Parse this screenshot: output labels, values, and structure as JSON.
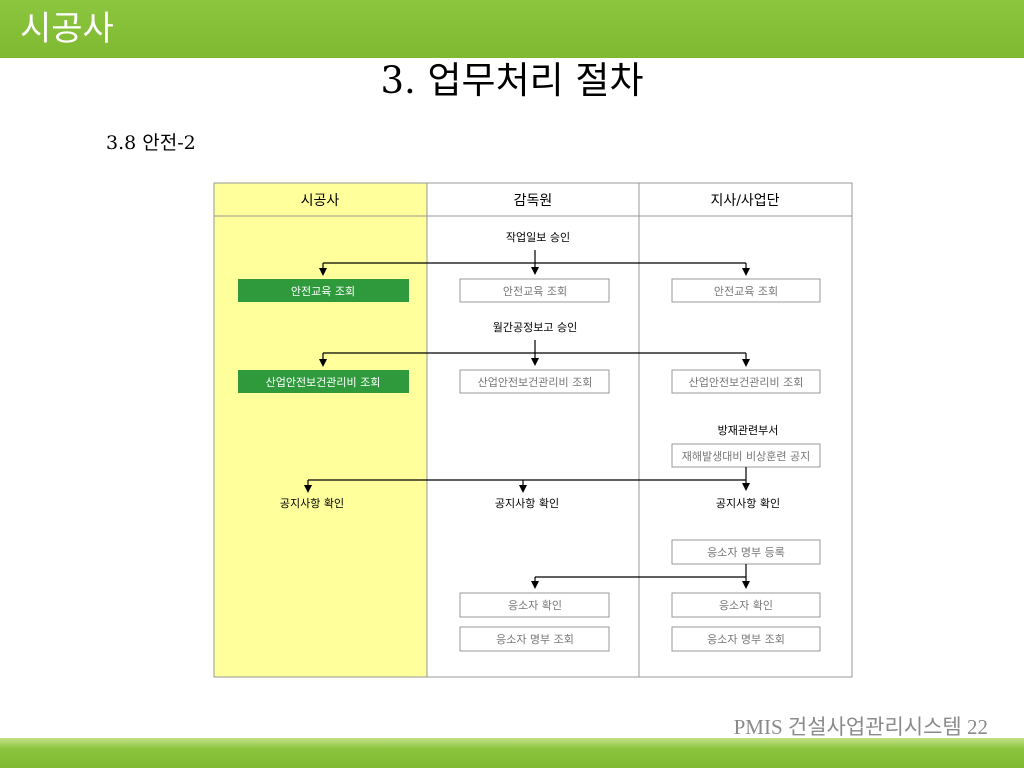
{
  "header": {
    "title": "시공사"
  },
  "main_title": "3. 업무처리 절차",
  "section_title": "3.8 안전-2",
  "diagram": {
    "columns": [
      "시공사",
      "감독원",
      "지사/사업단"
    ],
    "labels": {
      "l1": "작업일보 승인",
      "l2": "월간공정보고 승인",
      "l3": "방재관련부서",
      "l4": "공지사항 확인",
      "l5": "공지사항 확인",
      "l6": "공지사항 확인"
    },
    "boxes": {
      "b1": "안전교육 조회",
      "b2": "안전교육 조회",
      "b3": "안전교육 조회",
      "b4": "산업안전보건관리비 조회",
      "b5": "산업안전보건관리비 조회",
      "b6": "산업안전보건관리비 조회",
      "b7": "재해발생대비 비상훈련 공지",
      "b8": "응소자 명부 등록",
      "b9": "응소자 확인",
      "b10": "응소자 확인",
      "b11": "응소자 명부 조회",
      "b12": "응소자 명부 조회"
    },
    "colors": {
      "contractor_column": "#ffff9c",
      "highlight_box": "#2e9a3c",
      "border": "#999999"
    }
  },
  "footer": {
    "text": "PMIS 건설사업관리시스템 22"
  }
}
